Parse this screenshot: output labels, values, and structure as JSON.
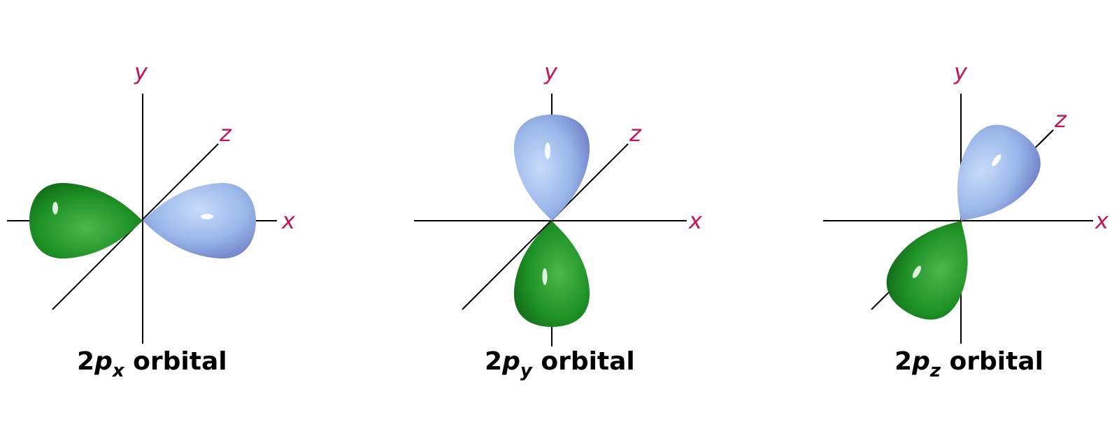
{
  "colors": {
    "positive_lobe": "#9ab7ea",
    "negative_lobe": "#1f9226",
    "axis_label": "#c4145a",
    "axis_line": "#000000"
  },
  "panels": [
    {
      "caption": {
        "prefix": "2",
        "p": "p",
        "sub": "x",
        "suffix": " orbital"
      },
      "axes": {
        "x": "x",
        "y": "y",
        "z": "z"
      },
      "lobe_axis": "x"
    },
    {
      "caption": {
        "prefix": "2",
        "p": "p",
        "sub": "y",
        "suffix": " orbital"
      },
      "axes": {
        "x": "x",
        "y": "y",
        "z": "z"
      },
      "lobe_axis": "y"
    },
    {
      "caption": {
        "prefix": "2",
        "p": "p",
        "sub": "z",
        "suffix": " orbital"
      },
      "axes": {
        "x": "x",
        "y": "y",
        "z": "z"
      },
      "lobe_axis": "z"
    }
  ]
}
